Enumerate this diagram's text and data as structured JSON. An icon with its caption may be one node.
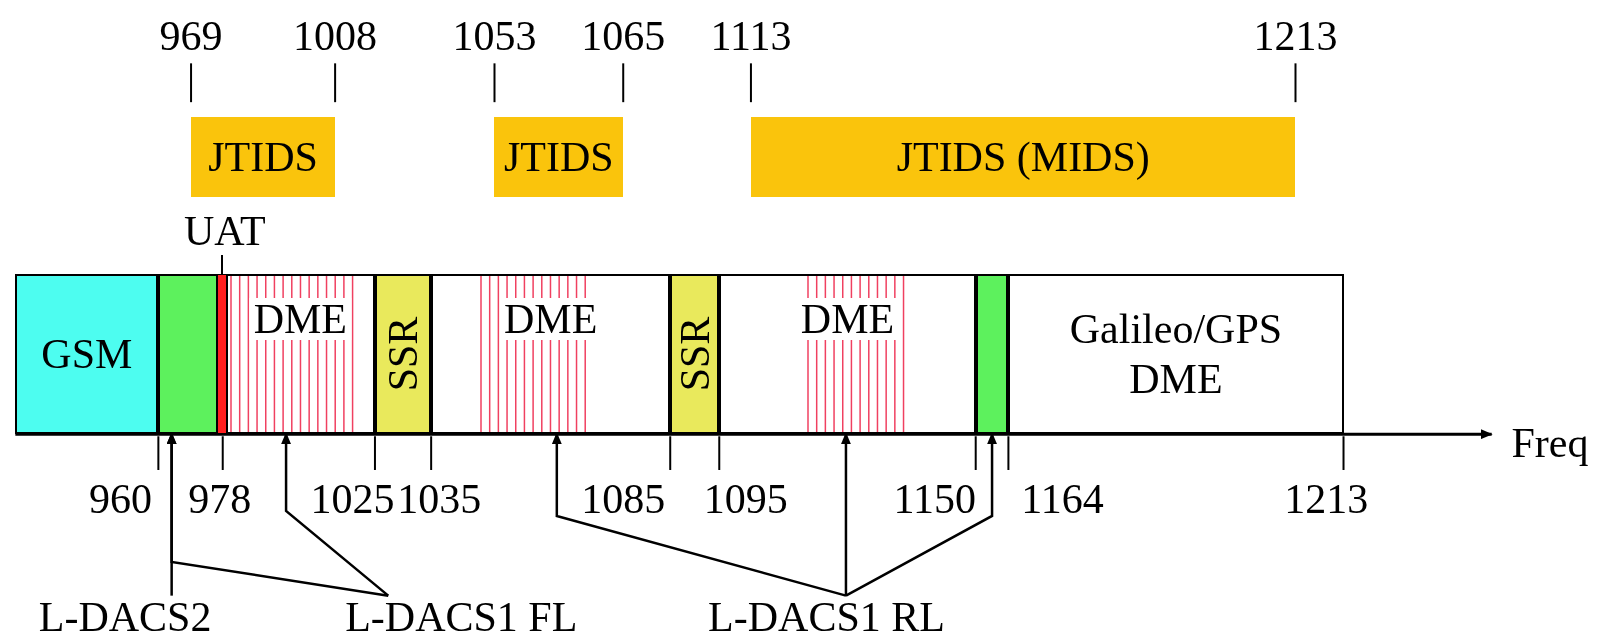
{
  "diagram": {
    "nodes": [
      {
        "text": [
          "JTIDS"
        ]
      },
      {
        "text": [
          "JTIDS"
        ]
      },
      {
        "text": [
          "JTIDS (MIDS)"
        ]
      },
      {
        "text": [
          "UAT"
        ]
      },
      {
        "text": [
          "GSM"
        ]
      },
      {
        "text": [],
        "shape": "box"
      },
      {
        "text": [
          "DME"
        ]
      },
      {
        "text": [
          "SSR"
        ]
      },
      {
        "text": [
          "DME"
        ]
      },
      {
        "text": [
          "SSR"
        ]
      },
      {
        "text": [
          "DME"
        ]
      },
      {
        "text": [],
        "shape": "box"
      },
      {
        "text": [
          "Galileo/GPS DME"
        ]
      },
      {
        "text": [
          "L-DACS2"
        ]
      },
      {
        "text": [
          "L-DACS1 FL"
        ]
      },
      {
        "text": [
          "L-DACS1 RL"
        ]
      }
    ],
    "edges": [
      {
        "from": 13,
        "to": 5,
        "arrow": "to"
      },
      {
        "from": 14,
        "to": 5,
        "arrow": "to"
      },
      {
        "from": 14,
        "to": 6,
        "arrow": "to"
      },
      {
        "from": 15,
        "to": 8,
        "arrow": "to"
      },
      {
        "from": 15,
        "to": 10,
        "arrow": "to"
      },
      {
        "from": 15,
        "to": 11,
        "arrow": "to"
      }
    ],
    "labels": [
      "969",
      "1008",
      "1053",
      "1065",
      "1113",
      "1213",
      "Freq",
      "960",
      "978",
      "1025",
      "1035",
      "1085",
      "1095",
      "1150",
      "1164",
      "1213"
    ]
  }
}
